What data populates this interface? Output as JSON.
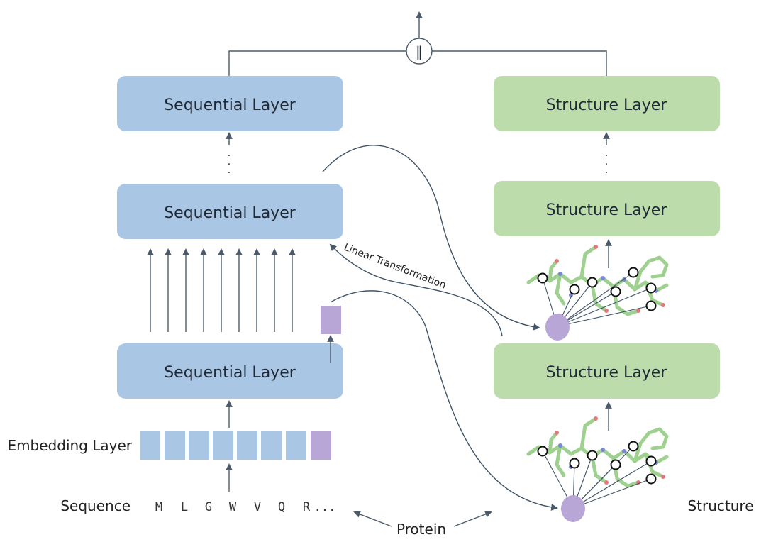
{
  "colors": {
    "sequential_box": "#a9c6e5",
    "structure_box": "#bcdcac",
    "embedding_cell": "#a9c6e5",
    "special_token": "#b7a6d6",
    "node_fill": "#ffffff",
    "arrow": "#4a5a6a"
  },
  "sequential": {
    "top_label": "Sequential Layer",
    "middle_label": "Sequential Layer",
    "bottom_label": "Sequential Layer"
  },
  "structure": {
    "top_label": "Structure Layer",
    "middle_label": "Structure Layer",
    "bottom_label": "Structure Layer"
  },
  "concat_symbol": "‖",
  "embedding_label": "Embedding Layer",
  "sequence_label": "Sequence",
  "sequence_tokens": [
    "M",
    "L",
    "G",
    "W",
    "V",
    "Q",
    "R",
    "..."
  ],
  "structure_label": "Structure",
  "protein_label": "Protein",
  "linear_transformation_label": "Linear Transformation",
  "continuation_dots": [
    "·",
    "·",
    "·"
  ]
}
